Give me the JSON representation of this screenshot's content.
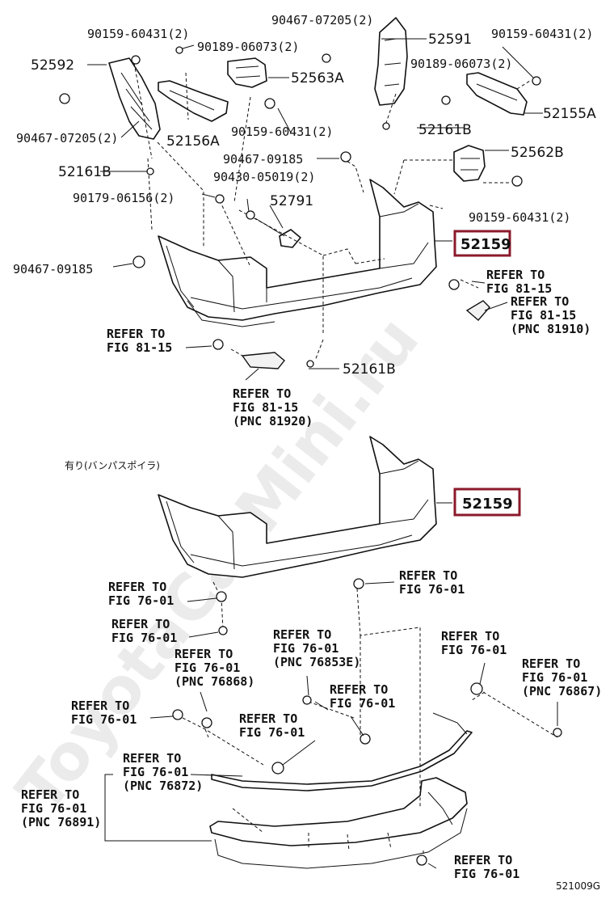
{
  "watermark": "ToyotaCarMini.ru",
  "variant_note": "有り(バンパスポイラ)",
  "figure_code": "521009G",
  "highlighted": [
    "52159",
    "52159"
  ],
  "top_labels": [
    "90159-60431(2)",
    "90467-07205(2)",
    "52591",
    "90159-60431(2)",
    "90189-06073(2)",
    "52592",
    "52563A",
    "90189-06073(2)",
    "52155A",
    "90467-07205(2)",
    "52156A",
    "90159-60431(2)",
    "52161B",
    "52562B",
    "90467-09185",
    "52161B",
    "90430-05019(2)",
    "90179-06156(2)",
    "52791",
    "90159-60431(2)",
    "90467-09185",
    "52161B"
  ],
  "top_refs": [
    [
      "REFER TO",
      "FIG 81-15"
    ],
    [
      "REFER TO",
      "FIG 81-15",
      "(PNC 81910)"
    ],
    [
      "REFER TO",
      "FIG 81-15"
    ],
    [
      "REFER TO",
      "FIG 81-15",
      "(PNC 81920)"
    ]
  ],
  "bottom_refs": [
    [
      "REFER TO",
      "FIG 76-01"
    ],
    [
      "REFER TO",
      "FIG 76-01"
    ],
    [
      "REFER TO",
      "FIG 76-01"
    ],
    [
      "REFER TO",
      "FIG 76-01",
      "(PNC 76853E)"
    ],
    [
      "REFER TO",
      "FIG 76-01",
      "(PNC 76868)"
    ],
    [
      "REFER TO",
      "FIG 76-01"
    ],
    [
      "REFER TO",
      "FIG 76-01",
      "(PNC 76867)"
    ],
    [
      "REFER TO",
      "FIG 76-01"
    ],
    [
      "REFER TO",
      "FIG 76-01"
    ],
    [
      "REFER TO",
      "FIG 76-01"
    ],
    [
      "REFER TO",
      "FIG 76-01",
      "(PNC 76872)"
    ],
    [
      "REFER TO",
      "FIG 76-01",
      "(PNC 76891)"
    ],
    [
      "REFER TO",
      "FIG 76-01"
    ]
  ]
}
